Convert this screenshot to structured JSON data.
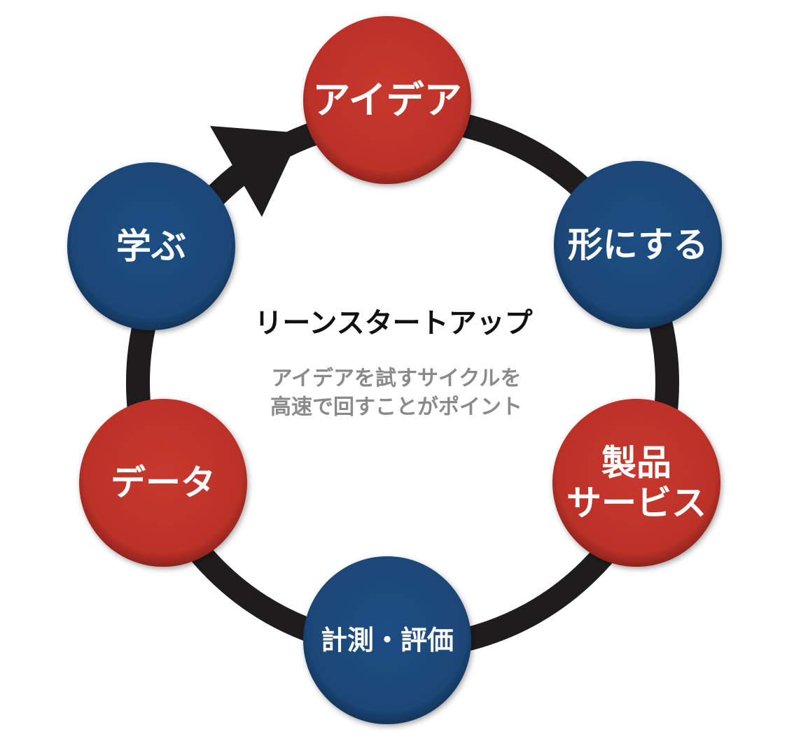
{
  "title": "リーンスタートアップ",
  "subtitle_lines": [
    "アイデアを試すサイクルを",
    "高速で回すことがポイント"
  ],
  "colors": {
    "red": "#c0342a",
    "blue": "#1c4a7c",
    "ring": "#1e1c1d",
    "arrow": "#1e1c1d",
    "title": "#111111",
    "subtitle": "#8a8a8a"
  },
  "nodes": [
    {
      "id": "idea",
      "lines": [
        "アイデア"
      ],
      "color": "red"
    },
    {
      "id": "build",
      "lines": [
        "形にする"
      ],
      "color": "blue"
    },
    {
      "id": "product",
      "lines": [
        "製品",
        "サービス"
      ],
      "color": "red"
    },
    {
      "id": "measure",
      "lines": [
        "計測・評価"
      ],
      "color": "blue"
    },
    {
      "id": "data",
      "lines": [
        "データ"
      ],
      "color": "red"
    },
    {
      "id": "learn",
      "lines": [
        "学ぶ"
      ],
      "color": "blue"
    }
  ]
}
